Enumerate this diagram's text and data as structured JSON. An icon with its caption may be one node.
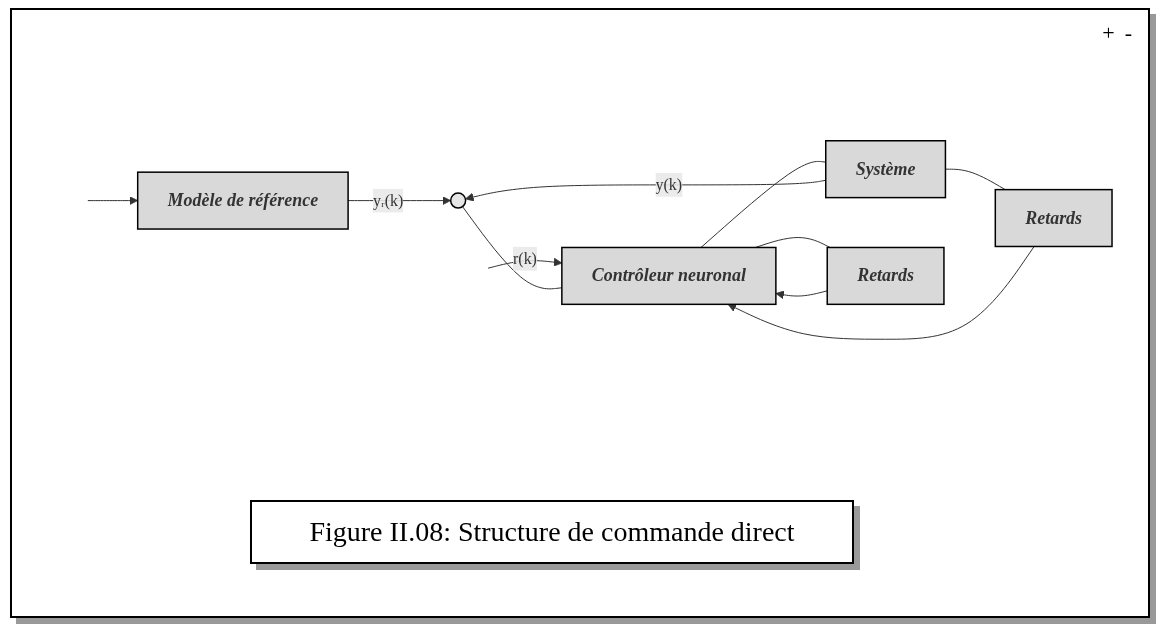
{
  "diagram": {
    "caption": "Figure II.08: Structure de commande direct",
    "nodes": [
      {
        "text": [
          "Modèle de référence"
        ]
      },
      {
        "text": [],
        "shape": "circle"
      },
      {
        "text": [
          "Contrôleur neuronal"
        ]
      },
      {
        "text": [
          "Système"
        ]
      },
      {
        "text": [
          "Retards"
        ]
      },
      {
        "text": [
          "Retards"
        ]
      }
    ],
    "edges": [
      {
        "from": null,
        "to": 2,
        "arrow": "to",
        "label": "r(k)"
      },
      {
        "from": null,
        "to": 0,
        "arrow": "to"
      },
      {
        "from": 0,
        "to": 1,
        "arrow": "to",
        "label": "yᵣ(k)"
      },
      {
        "from": 1,
        "to": 2,
        "arrow": "none"
      },
      {
        "from": 2,
        "to": 3,
        "arrow": "none"
      },
      {
        "from": 3,
        "to": 1,
        "arrow": "to",
        "label": "y(k)"
      },
      {
        "from": 2,
        "to": 4,
        "arrow": "none"
      },
      {
        "from": 4,
        "to": 2,
        "arrow": "to"
      },
      {
        "from": 3,
        "to": 5,
        "arrow": "none"
      },
      {
        "from": 5,
        "to": 2,
        "arrow": "to"
      }
    ],
    "labels": [
      "+",
      "-"
    ]
  }
}
